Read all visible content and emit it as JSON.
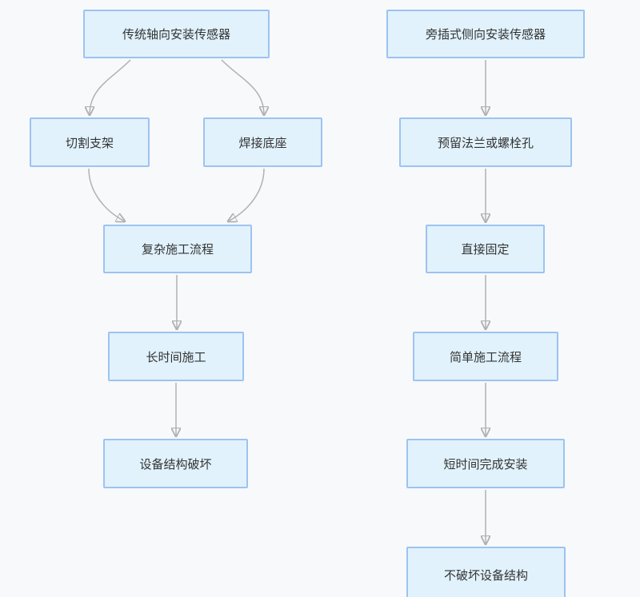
{
  "diagram": {
    "type": "flowchart",
    "direction": "top-to-bottom",
    "colors": {
      "background": "#f8f9fb",
      "node_fill": "#e1f2fc",
      "node_border": "#9dc3f1",
      "edge_line": "#b1b1b1",
      "arrowhead": "#8c8c8c",
      "text": "#333333"
    },
    "flows": {
      "left": {
        "name": "traditional-axial-installation-flow",
        "nodes": [
          {
            "id": "A",
            "label": "传统轴向安装传感器"
          },
          {
            "id": "B",
            "label": "切割支架"
          },
          {
            "id": "C",
            "label": "焊接底座"
          },
          {
            "id": "D",
            "label": "复杂施工流程"
          },
          {
            "id": "E",
            "label": "长时间施工"
          },
          {
            "id": "F",
            "label": "设备结构破坏"
          }
        ],
        "edges": [
          {
            "from": "A",
            "to": "B"
          },
          {
            "from": "A",
            "to": "C"
          },
          {
            "from": "B",
            "to": "D"
          },
          {
            "from": "C",
            "to": "D"
          },
          {
            "from": "D",
            "to": "E"
          },
          {
            "from": "E",
            "to": "F"
          }
        ]
      },
      "right": {
        "name": "side-insert-lateral-installation-flow",
        "nodes": [
          {
            "id": "G",
            "label": "旁插式侧向安装传感器"
          },
          {
            "id": "H",
            "label": "预留法兰或螺栓孔"
          },
          {
            "id": "I",
            "label": "直接固定"
          },
          {
            "id": "J",
            "label": "简单施工流程"
          },
          {
            "id": "K",
            "label": "短时间完成安装"
          },
          {
            "id": "L",
            "label": "不破坏设备结构"
          }
        ],
        "edges": [
          {
            "from": "G",
            "to": "H"
          },
          {
            "from": "H",
            "to": "I"
          },
          {
            "from": "I",
            "to": "J"
          },
          {
            "from": "J",
            "to": "K"
          },
          {
            "from": "K",
            "to": "L"
          }
        ]
      }
    }
  }
}
